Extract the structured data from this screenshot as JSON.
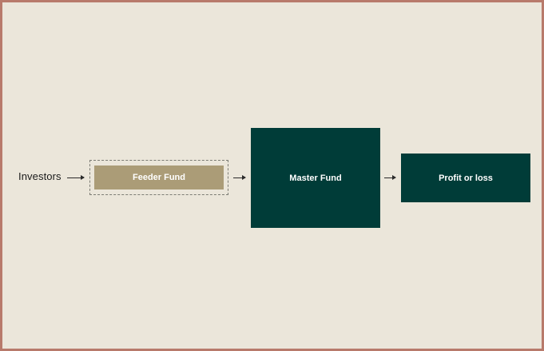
{
  "diagram": {
    "investors_label": "Investors",
    "feeder_label": "Feeder Fund",
    "master_label": "Master Fund",
    "profit_label": "Profit or loss"
  },
  "colors": {
    "background": "#ebe6da",
    "border": "#b87a6b",
    "feeder_fill": "#ab9c77",
    "master_fill": "#003c38",
    "profit_fill": "#003c38",
    "text_light": "#ffffff",
    "text_dark": "#1a1a1a"
  },
  "icons": {
    "arrow": "arrow-right-icon"
  }
}
